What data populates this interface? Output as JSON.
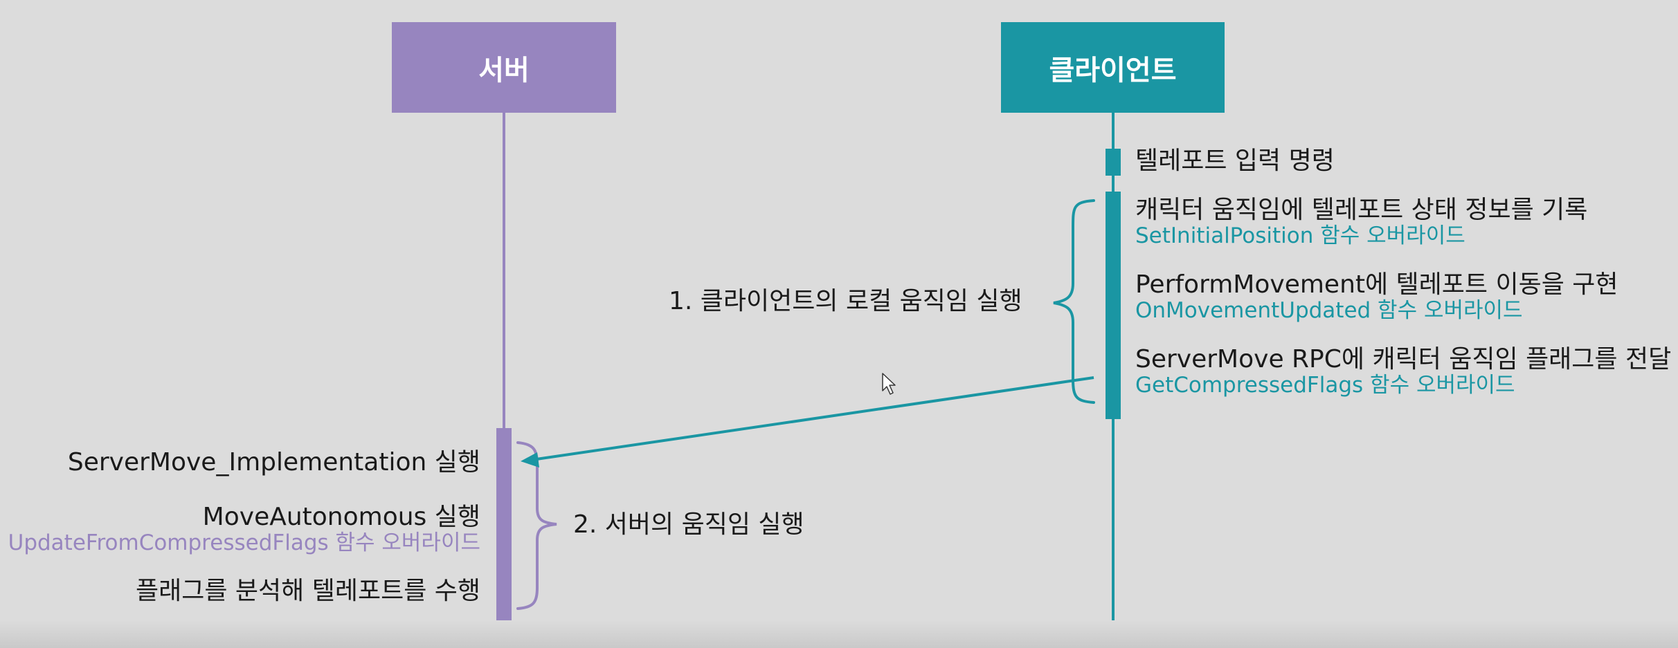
{
  "colors": {
    "server": "#9785bf",
    "client": "#1a96a3",
    "text": "#1a1a1a",
    "background": "#dcdcdc"
  },
  "lifelines": {
    "server": "서버",
    "client": "클라이언트"
  },
  "client_steps": {
    "input": "텔레포트 입력 명령",
    "record": "캐릭터 움직임에 텔레포트 상태 정보를 기록",
    "record_sub": "SetInitialPosition 함수 오버라이드",
    "perform": "PerformMovement에 텔레포트 이동을 구현",
    "perform_sub": "OnMovementUpdated 함수 오버라이드",
    "send": "ServerMove RPC에 캐릭터 움직임 플래그를 전달",
    "send_sub": "GetCompressedFlags 함수 오버라이드"
  },
  "groups": {
    "client_local": "1. 클라이언트의 로컬 움직임 실행",
    "server_move": "2. 서버의 움직임 실행"
  },
  "server_steps": {
    "impl": "ServerMove_Implementation 실행",
    "autonomous": "MoveAutonomous 실행",
    "autonomous_sub": "UpdateFromCompressedFlags 함수 오버라이드",
    "teleport": "플래그를 분석해 텔레포트를 수행"
  },
  "cursor_icon": "mouse-pointer-icon"
}
